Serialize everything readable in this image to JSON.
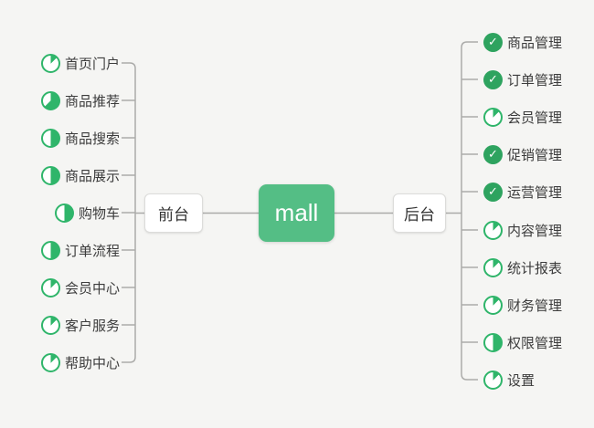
{
  "root": {
    "label": "mall"
  },
  "front": {
    "label": "前台",
    "items": [
      {
        "label": "首页门户",
        "progress": 12.5
      },
      {
        "label": "商品推荐",
        "progress": 62.5
      },
      {
        "label": "商品搜索",
        "progress": 50
      },
      {
        "label": "商品展示",
        "progress": 50
      },
      {
        "label": "购物车",
        "progress": 50
      },
      {
        "label": "订单流程",
        "progress": 50
      },
      {
        "label": "会员中心",
        "progress": 12.5
      },
      {
        "label": "客户服务",
        "progress": 12.5
      },
      {
        "label": "帮助中心",
        "progress": 12.5
      }
    ]
  },
  "back": {
    "label": "后台",
    "items": [
      {
        "label": "商品管理",
        "progress": 100,
        "done": true
      },
      {
        "label": "订单管理",
        "progress": 100,
        "done": true
      },
      {
        "label": "会员管理",
        "progress": 12.5
      },
      {
        "label": "促销管理",
        "progress": 100,
        "done": true
      },
      {
        "label": "运营管理",
        "progress": 100,
        "done": true
      },
      {
        "label": "内容管理",
        "progress": 12.5
      },
      {
        "label": "统计报表",
        "progress": 12.5
      },
      {
        "label": "财务管理",
        "progress": 12.5
      },
      {
        "label": "权限管理",
        "progress": 50
      },
      {
        "label": "设置",
        "progress": 12.5
      }
    ]
  },
  "colors": {
    "root_green": "#54be85",
    "pie_green": "#2fb56a",
    "check_green": "#2ea35f",
    "line_gray": "#ababa9",
    "background": "#f5f5f3"
  }
}
